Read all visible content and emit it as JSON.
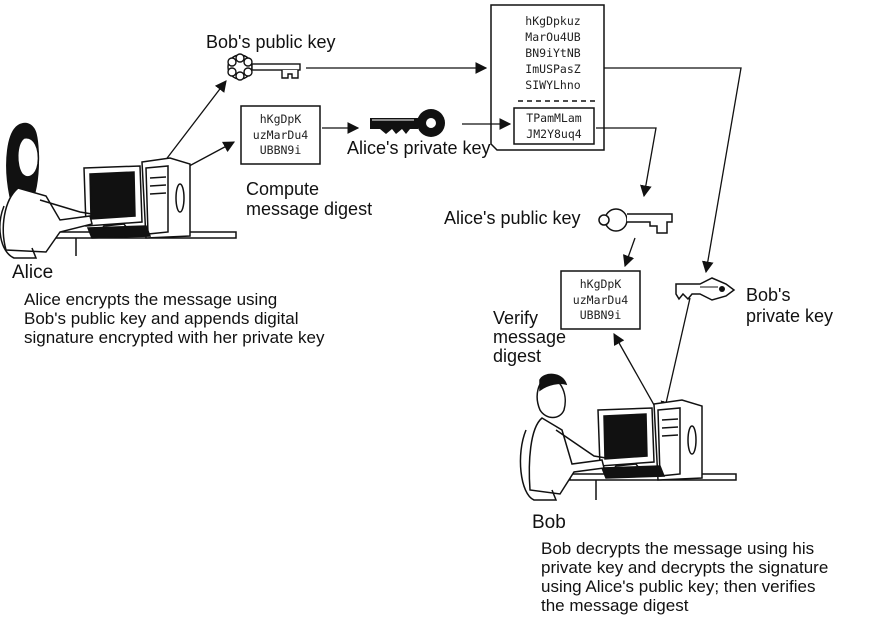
{
  "labels": {
    "bob_public_key": "Bob's public key",
    "alice_private_key": "Alice's private key",
    "alice_public_key": "Alice's public key",
    "bob_private_key": [
      "Bob's",
      "private key"
    ],
    "compute_digest": [
      "Compute",
      "message digest"
    ],
    "verify_digest": [
      "Verify",
      "message",
      "digest"
    ]
  },
  "alice": {
    "name": "Alice",
    "description": [
      "Alice encrypts the message using",
      "Bob's public key and appends digital",
      "signature encrypted with her private key"
    ]
  },
  "bob": {
    "name": "Bob",
    "description": [
      "Bob decrypts the message using his",
      "private key and decrypts the signature",
      "using Alice's public key; then verifies",
      "the message digest"
    ]
  },
  "message_digest_alice": [
    "hKgDpK",
    "uzMarDu4",
    "UBBN9i"
  ],
  "message_digest_bob": [
    "hKgDpK",
    "uzMarDu4",
    "UBBN9i"
  ],
  "encrypted_message": [
    "hKgDpkuz",
    "MarOu4UB",
    "BN9iYtNB",
    "ImUSPasZ",
    "SIWYLhno"
  ],
  "encrypted_signature": [
    "TPamMLam",
    "JM2Y8uq4"
  ],
  "colors": {
    "line": "#111111",
    "background": "#ffffff"
  }
}
